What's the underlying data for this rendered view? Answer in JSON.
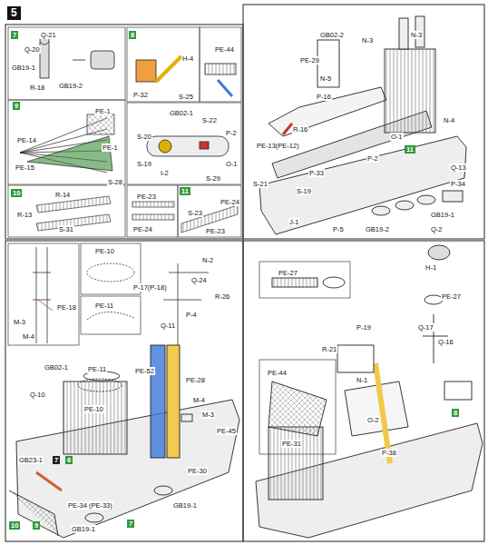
{
  "diagram": {
    "title": "5",
    "labels": [
      "7",
      "Q-21",
      "Q-20",
      "GB19-1",
      "R-18",
      "GB19-2",
      "8",
      "H-4",
      "P-32",
      "S-25",
      "PE-44",
      "9",
      "PE-1",
      "PE-14",
      "PE-1",
      "PE-15",
      "S-28",
      "10",
      "R-14",
      "R-13",
      "S-31",
      "PE-23",
      "PE-24",
      "11",
      "PE-24",
      "S-23",
      "PE-23",
      "GB02-1",
      "S-20",
      "S-22",
      "P-2",
      "S-19",
      "I-2",
      "O-1",
      "S-29",
      "GB02-2",
      "PE-29",
      "N-3",
      "N-3",
      "N-5",
      "P-16",
      "N-4",
      "O-1",
      "R-16",
      "PE-13(PE-12)",
      "11",
      "P-2",
      "P-33",
      "S-21",
      "S-19",
      "Q-13",
      "P-34",
      "J-1",
      "P-5",
      "GB19-2",
      "GB19-1",
      "Q-2",
      "PE-10",
      "PE-18",
      "PE-11",
      "M-3",
      "M-4",
      "N-2",
      "P-17(P-18)",
      "Q-24",
      "R-26",
      "P-4",
      "Q-11",
      "GB02-1",
      "PE-11",
      "PE-52",
      "PE-28",
      "Q-10",
      "PE-10",
      "M-4",
      "M-3",
      "PE-45",
      "GB23-1",
      "7",
      "6",
      "PE-30",
      "PE-34 (PE-33)",
      "GB19-1",
      "GB19-1",
      "10",
      "9",
      "7",
      "PE-27",
      "H-1",
      "PE-27",
      "P-19",
      "Q-17",
      "R-21",
      "Q-16",
      "N-1",
      "PE-44",
      "O-2",
      "PE-31",
      "P-38",
      "8"
    ]
  }
}
